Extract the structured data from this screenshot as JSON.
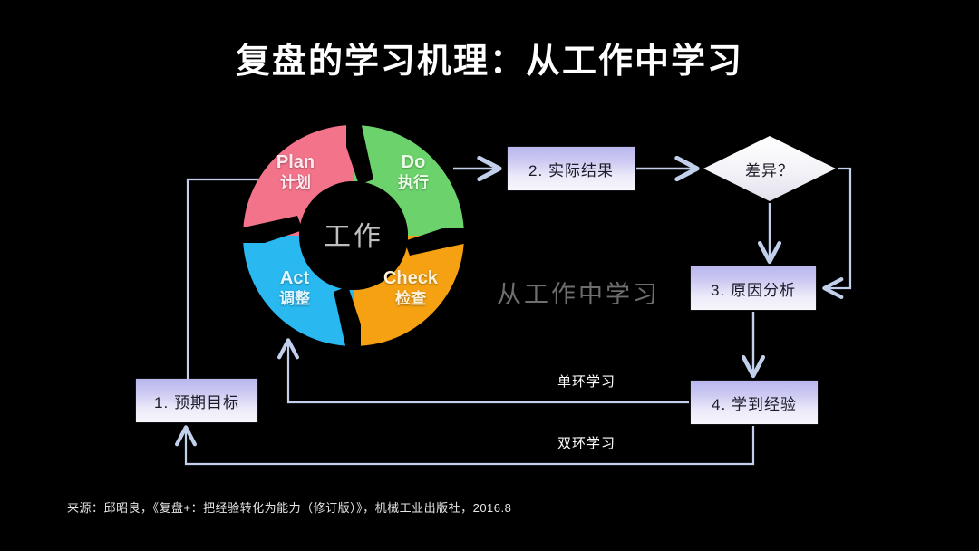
{
  "title": "复盘的学习机理：从工作中学习",
  "watermark": "从工作中学习",
  "cycle": {
    "center_label": "工作",
    "segments": [
      {
        "key": "plan",
        "en": "Plan",
        "cn": "计划",
        "color": "#f2738a"
      },
      {
        "key": "do",
        "en": "Do",
        "cn": "执行",
        "color": "#6cd36c"
      },
      {
        "key": "check",
        "en": "Check",
        "cn": "检查",
        "color": "#f5a112"
      },
      {
        "key": "act",
        "en": "Act",
        "cn": "调整",
        "color": "#29b8ef"
      }
    ]
  },
  "boxes": {
    "box1": "1. 预期目标",
    "box2": "2. 实际结果",
    "box3": "3. 原因分析",
    "box4": "4. 学到经验"
  },
  "decision": "差异？",
  "loops": {
    "single": "单环学习",
    "double": "双环学习"
  },
  "source": "来源：邱昭良，《复盘+：把经验转化为能力（修订版）》，机械工业出版社，2016.8",
  "colors": {
    "background": "#000000",
    "title_text": "#ffffff",
    "box_fill_top": "#b9b6ee",
    "box_fill_bottom": "#f7f6fc",
    "box_text": "#1c1c28",
    "connector": "#c3d0ec",
    "watermark_text": "#6e6e6e"
  }
}
